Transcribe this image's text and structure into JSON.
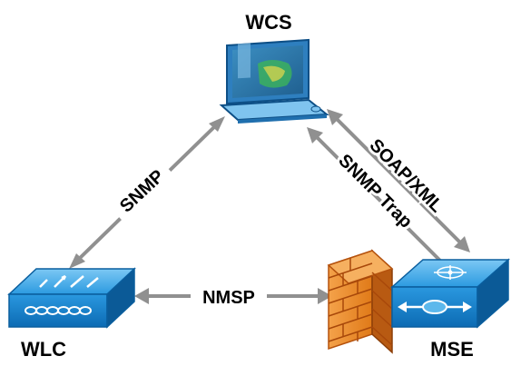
{
  "nodes": {
    "wcs": {
      "label": "WCS",
      "icon": "laptop-icon"
    },
    "wlc": {
      "label": "WLC",
      "icon": "wireless-lan-controller-icon"
    },
    "mse": {
      "label": "MSE",
      "icon": "mobility-services-engine-icon"
    },
    "firewall": {
      "icon": "firewall-icon"
    }
  },
  "links": {
    "wlc_wcs": "SNMP",
    "wlc_mse": "NMSP",
    "mse_wcs_1": "SOAP/XML",
    "mse_wcs_2": "SNMP Trap"
  },
  "colors": {
    "arrow": "#909090",
    "device_blue": "#1f8fd8",
    "device_blue_dark": "#0a5e9e",
    "firewall_orange": "#e8801c",
    "firewall_dark": "#b5520d"
  }
}
